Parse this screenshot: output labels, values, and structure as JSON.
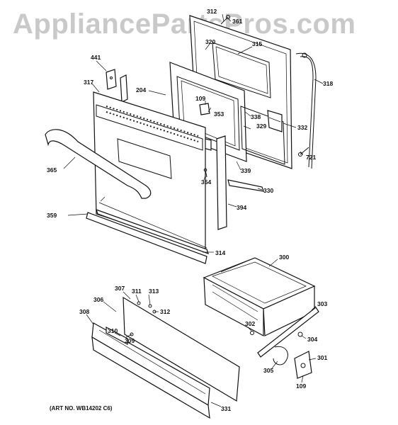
{
  "watermark": "AppliancePartsPros.com",
  "art_number": "(ART NO. WB14202 C6)",
  "labels": {
    "p312": "312",
    "p361": "361",
    "p315": "315",
    "p320": "320",
    "p441": "441",
    "p318": "318",
    "p317": "317",
    "p204": "204",
    "p109a": "109",
    "p353": "353",
    "p338": "338",
    "p329": "329",
    "p332": "332",
    "p721": "721",
    "p365": "365",
    "p339": "339",
    "p354": "354",
    "p330": "330",
    "p394": "394",
    "p359": "359",
    "p314": "314",
    "p300": "300",
    "p307": "307",
    "p311": "311",
    "p313": "313",
    "p306": "306",
    "p312b": "312",
    "p308": "308",
    "p310": "310",
    "p309": "309",
    "p303": "303",
    "p302": "302",
    "p304": "304",
    "p301": "301",
    "p305": "305",
    "p109b": "109",
    "p331": "331"
  }
}
